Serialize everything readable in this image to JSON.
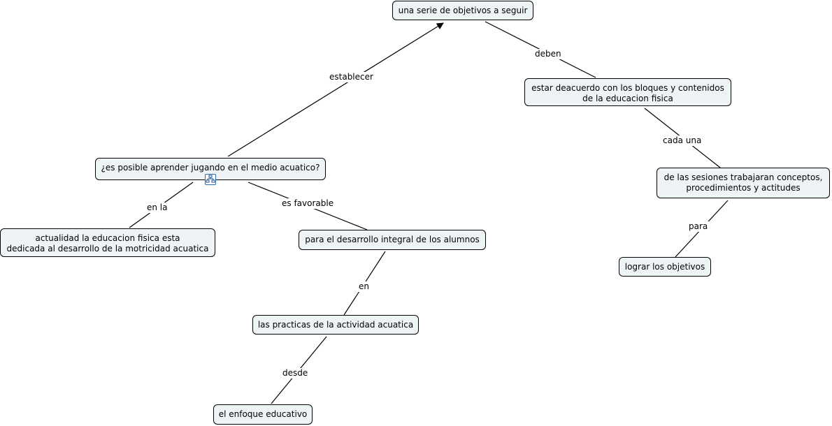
{
  "nodes": {
    "objetivos": "una serie de objetivos a seguir",
    "bloques": "estar deacuerdo con los bloques y contenidos\nde la educacion fisica",
    "sesiones": "de las sesiones trabajaran conceptos,\nprocedimientos y actitudes",
    "lograr": "lograr los objetivos",
    "pregunta": "¿es posible aprender jugando en el medio acuatico?",
    "actualidad": "actualidad la educacion fisica esta\ndedicada al desarrollo de la motricidad acuatica",
    "desarrollo": "para el desarrollo integral de los alumnos",
    "practicas": "las practicas de la actividad acuatica",
    "enfoque": "el enfoque educativo"
  },
  "links": {
    "establecer": "establecer",
    "deben": "deben",
    "cada_una": "cada una",
    "para": "para",
    "en_la": "en la",
    "es_favorable": "es favorable",
    "en": "en",
    "desde": "desde"
  },
  "icons": {
    "submap": "submap-hierarchy-icon"
  }
}
